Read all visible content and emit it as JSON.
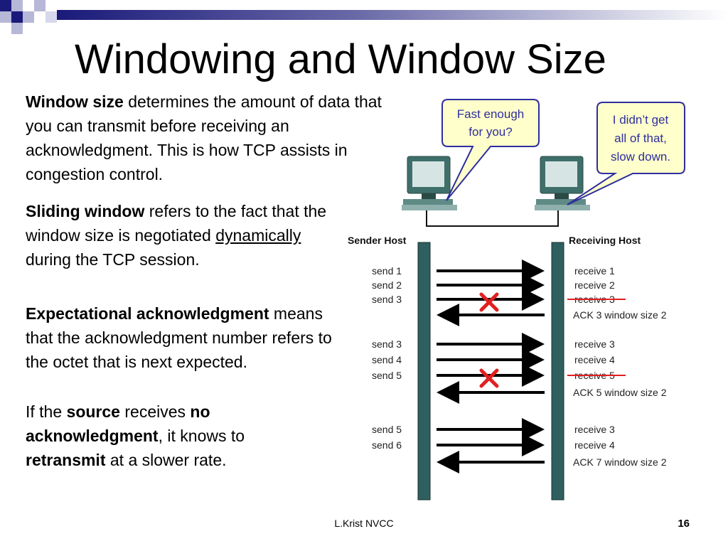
{
  "slide": {
    "title": "Windowing and Window Size",
    "colors": {
      "accent_dark": "#1a1a7a",
      "accent_light": "#b7b7d8",
      "bubble_fill": "#ffffcc",
      "bubble_stroke": "#2e2e9e",
      "host_bar": "#2f5f5f",
      "error_red": "#e02020"
    },
    "paragraphs": [
      {
        "segments": [
          {
            "text": "Window size",
            "bold": true
          },
          {
            "text": " determines the amount of data that you can transmit before receiving an acknowledgment. This is how TCP assists in congestion control."
          }
        ]
      },
      {
        "segments": [
          {
            "text": "Sliding window",
            "bold": true
          },
          {
            "text": " refers to the fact that the window size is negotiated "
          },
          {
            "text": "dynamically",
            "underline": true
          },
          {
            "text": " during the TCP session."
          }
        ]
      },
      {
        "segments": [
          {
            "text": "Expectational acknowledgment",
            "bold": true
          },
          {
            "text": " means that the acknowledgment number refers to the octet that is next expected."
          }
        ]
      },
      {
        "segments": [
          {
            "text": "If the "
          },
          {
            "text": "source",
            "bold": true
          },
          {
            "text": " receives "
          },
          {
            "text": "no acknowledgment",
            "bold": true
          },
          {
            "text": ", it knows to "
          },
          {
            "text": "retransmit",
            "bold": true
          },
          {
            "text": " at a slower rate."
          }
        ]
      }
    ],
    "footer": "L.Krist NVCC",
    "page_number": "16"
  },
  "diagram": {
    "sender_bubble": [
      "Fast enough",
      "for you?"
    ],
    "receiver_bubble": [
      "I didn’t get",
      "all of that,",
      "slow down."
    ],
    "sender_label": "Sender Host",
    "receiver_label": "Receiving Host",
    "groups": [
      {
        "sends": [
          "send 1",
          "send 2",
          "send 3"
        ],
        "receives": [
          {
            "text": "receive 1",
            "lost": false
          },
          {
            "text": "receive 2",
            "lost": false
          },
          {
            "text": "receive 3",
            "lost": true
          }
        ],
        "ack": "ACK 3 window size 2"
      },
      {
        "sends": [
          "send 3",
          "send 4",
          "send 5"
        ],
        "receives": [
          {
            "text": "receive 3",
            "lost": false
          },
          {
            "text": "receive 4",
            "lost": false
          },
          {
            "text": "receive 5",
            "lost": true
          }
        ],
        "ack": "ACK 5 window size 2"
      },
      {
        "sends": [
          "send 5",
          "send 6"
        ],
        "receives": [
          {
            "text": "receive 3",
            "lost": false
          },
          {
            "text": "receive 4",
            "lost": false
          }
        ],
        "ack": "ACK 7 window size 2"
      }
    ]
  }
}
